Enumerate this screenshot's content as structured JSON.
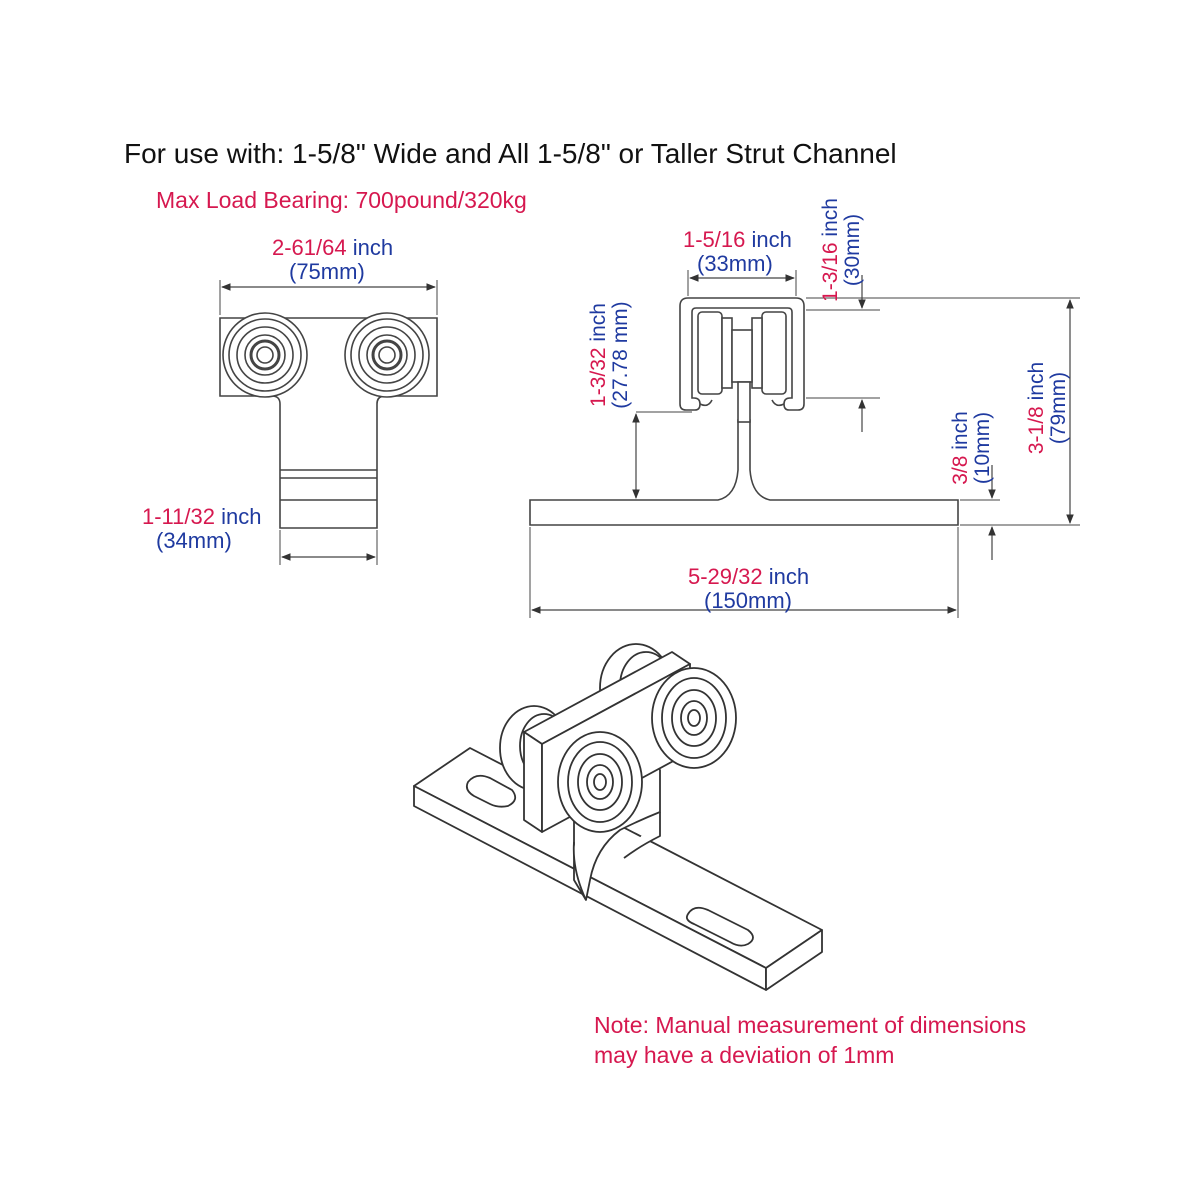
{
  "title": "For use with:  1-5/8\" Wide and All 1-5/8\" or Taller Strut Channel",
  "max_load": "Max Load Bearing: 700pound/320kg",
  "dims": {
    "width_in_val": "2-61/64",
    "width_in_unit": "inch",
    "width_mm": "(75mm)",
    "plate_in_val": "1-11/32",
    "plate_in_unit": "inch",
    "plate_mm": "(34mm)",
    "channel_in_val": "1-5/16",
    "channel_in_unit": "inch",
    "channel_mm": "(33mm)",
    "lip_in_val": "1-3/16",
    "lip_in_unit": "inch",
    "lip_mm": "(30mm)",
    "neck_in_val": "1-3/32",
    "neck_in_unit": "inch",
    "neck_mm": "(27.78 mm)",
    "base_thk_in_val": "3/8",
    "base_thk_in_unit": "inch",
    "base_thk_mm": "(10mm)",
    "height_in_val": "3-1/8",
    "height_in_unit": "inch",
    "height_mm": "(79mm)",
    "base_len_in_val": "5-29/32",
    "base_len_in_unit": "inch",
    "base_len_mm": "(150mm)"
  },
  "note_line1": "Note: Manual measurement of dimensions",
  "note_line2": "may have a deviation of 1mm",
  "colors": {
    "red": "#d6184f",
    "blue": "#1f3aa0",
    "line": "#444444"
  }
}
